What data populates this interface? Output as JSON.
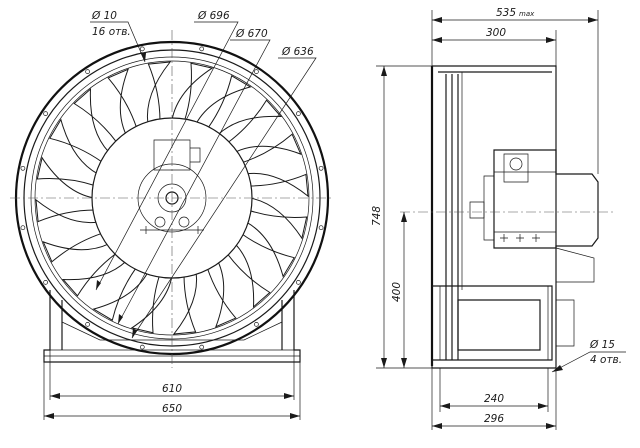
{
  "front_view": {
    "hole_ring_dim": "Ø 10",
    "hole_ring_count": "16 отв.",
    "outer_dia": "Ø 696",
    "mid_dia": "Ø 670",
    "inner_dia": "Ø 636",
    "base_inner_width": "610",
    "base_outer_width": "650"
  },
  "side_view": {
    "overall_length": "535",
    "overall_length_suffix": "max",
    "housing_length": "300",
    "overall_height": "748",
    "axis_height": "400",
    "base_hole_dia": "Ø 15",
    "base_hole_count": "4 отв.",
    "base_inner_width": "240",
    "base_outer_width": "296"
  }
}
